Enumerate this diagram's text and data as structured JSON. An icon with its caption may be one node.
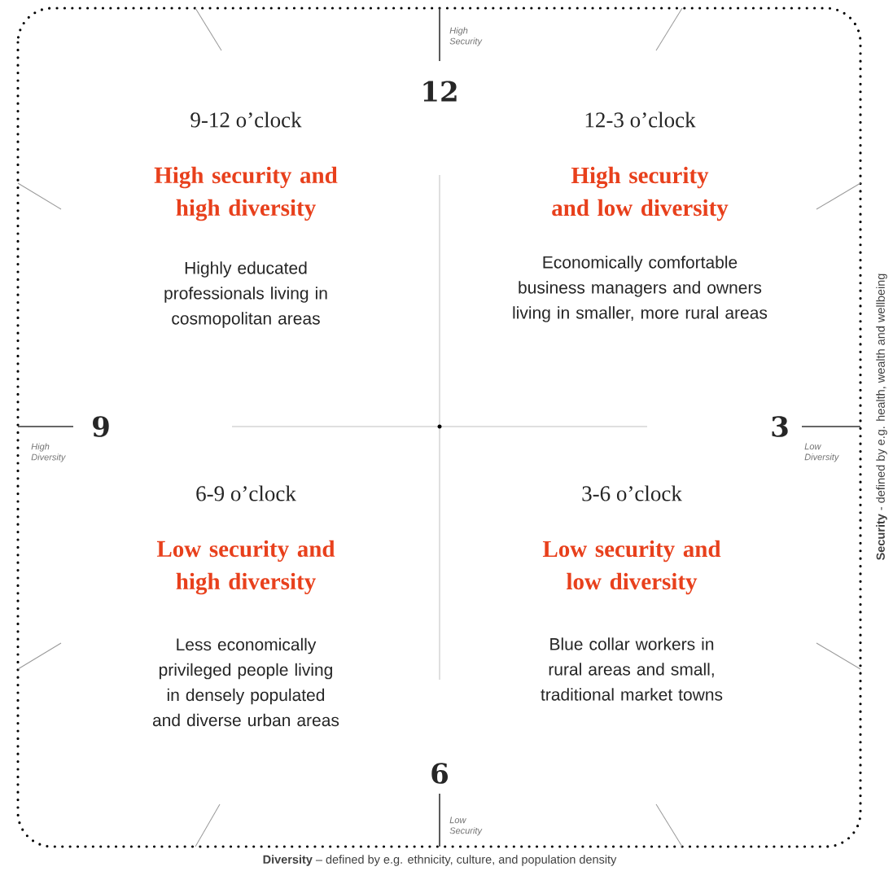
{
  "diagram": {
    "labels": [
      "High Security",
      "12",
      "9-12 o’clock",
      "12-3 o’clock",
      "High security and high diversity",
      "High security and low diversity",
      "Highly educated professionals living in cosmopolitan areas",
      "Economically comfortable business managers and owners living in smaller, more rural areas",
      "9",
      "3",
      "High Diversity",
      "Low Diversity",
      "**Security** - defined by e.g. health, wealth and wellbeing",
      "6-9 o’clock",
      "3-6 o’clock",
      "Low security and high diversity",
      "Low security and low diversity",
      "Less economically privileged people living in densely populated and diverse urban areas",
      "Blue collar workers in rural areas and small, traditional market towns",
      "6",
      "Low Security",
      "**Diversity** – defined by e.g. ethnicity, culture, and population density"
    ]
  }
}
